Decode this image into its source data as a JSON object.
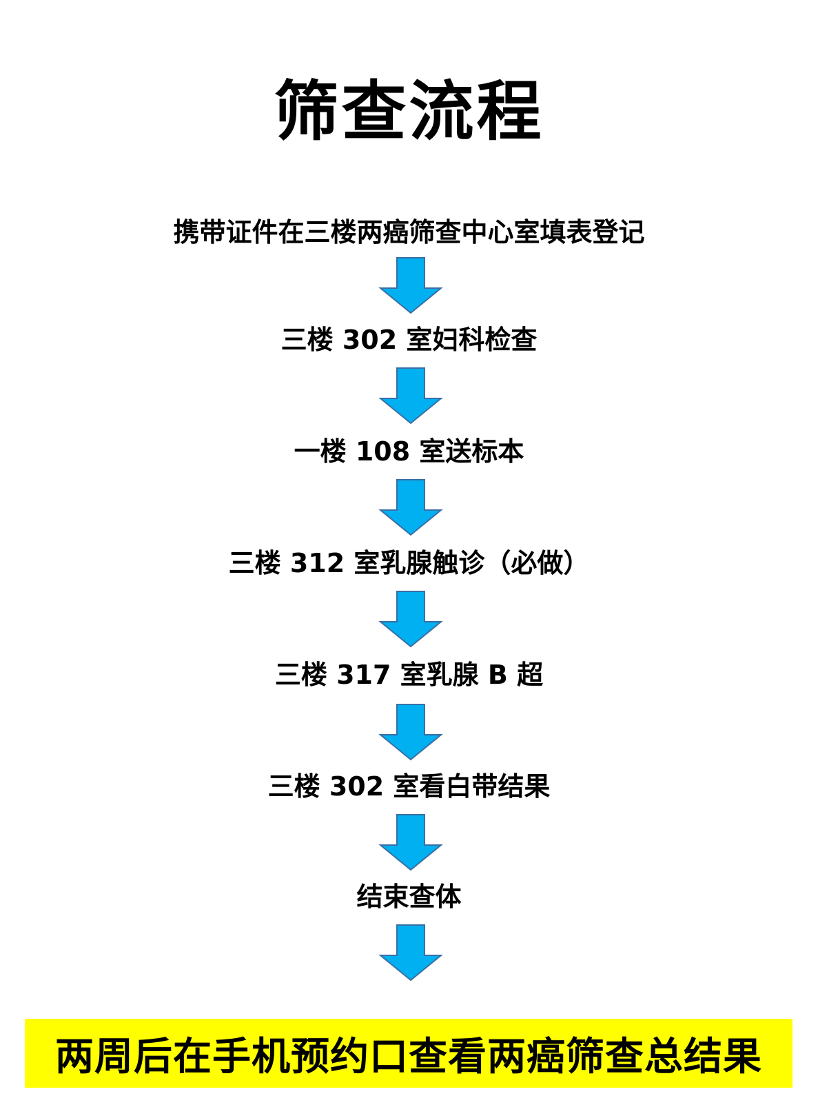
{
  "title": "筛查流程",
  "steps": [
    "携带证件在三楼两癌筛查中心室填表登记",
    "三楼 302 室妇科检查",
    "一楼 108 室送标本",
    "三楼 312 室乳腺触诊（必做）",
    "三楼 317 室乳腺 B 超",
    "三楼 302 室看白带结果",
    "结束查体"
  ],
  "result": "两周后在手机预约口查看两癌筛查总结果",
  "colors": {
    "arrow_fill": "#00b0f0",
    "arrow_stroke": "#3a6ea5",
    "result_background": "#ffff00",
    "text": "#000000"
  },
  "icons": {
    "arrow": "arrow-down-icon"
  }
}
